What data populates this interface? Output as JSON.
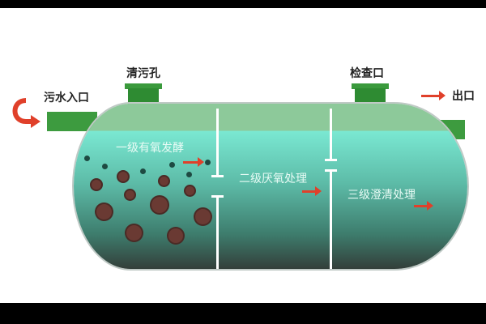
{
  "labels": {
    "inlet": "污水入口",
    "cleanout": "清污孔",
    "inspection": "检查口",
    "outlet": "出口",
    "stage1": "一级有氧发酵",
    "stage2": "二级厌氧处理",
    "stage3": "三级澄清处理"
  },
  "colors": {
    "pipe_green": "#3d9b3f",
    "tank_top": "#8dc99a",
    "water_top": "#7ae8d2",
    "water_bottom": "#333f3a",
    "arrow_red": "#e0402a",
    "sludge": "#6a3a33"
  }
}
